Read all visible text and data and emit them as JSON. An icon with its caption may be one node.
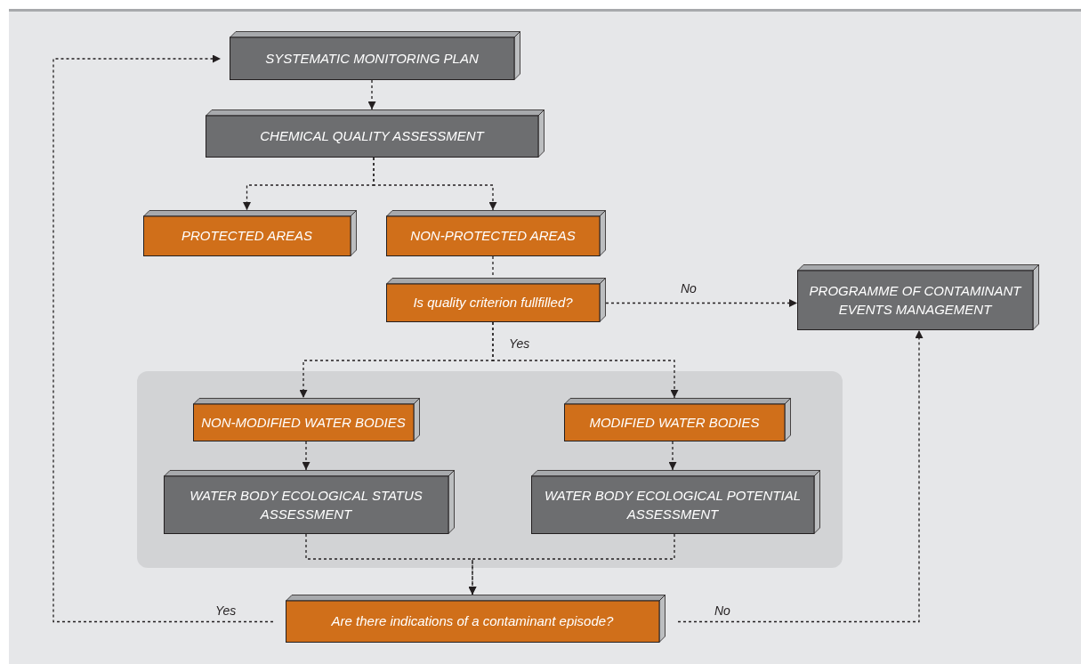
{
  "diagram": {
    "nodes": [
      {
        "text": [
          "SYSTEMATIC MONITORING PLAN"
        ]
      },
      {
        "text": [
          "CHEMICAL QUALITY  ASSESSMENT"
        ]
      },
      {
        "text": [
          "PROTECTED AREAS"
        ]
      },
      {
        "text": [
          "NON-PROTECTED AREAS"
        ]
      },
      {
        "text": [
          "Is quality criterion fullfilled?"
        ]
      },
      {
        "text": [
          "PROGRAMME OF CONTAMINANT EVENTS MANAGEMENT"
        ]
      },
      {
        "text": [],
        "shape": "box"
      },
      {
        "text": [
          "NON-MODIFIED WATER BODIES"
        ],
        "in": 6
      },
      {
        "text": [
          "MODIFIED WATER BODIES"
        ],
        "in": 6
      },
      {
        "text": [
          "WATER BODY ECOLOGICAL STATUS ASSESSMENT"
        ],
        "in": 6
      },
      {
        "text": [
          "WATER BODY ECOLOGICAL POTENTIAL ASSESSMENT"
        ],
        "in": 6
      },
      {
        "text": [
          "Are there indications of a contaminant episode?"
        ]
      }
    ],
    "edges": [
      {
        "from": 0,
        "to": 1,
        "arrow": "to"
      },
      {
        "from": 1,
        "to": 2,
        "arrow": "to"
      },
      {
        "from": 1,
        "to": 3,
        "arrow": "to"
      },
      {
        "from": 3,
        "to": 4,
        "arrow": "none"
      },
      {
        "from": 4,
        "to": 5,
        "arrow": "to",
        "label": "No"
      },
      {
        "from": 4,
        "to": 7,
        "arrow": "to",
        "label": "Yes"
      },
      {
        "from": 4,
        "to": 8,
        "arrow": "to"
      },
      {
        "from": 7,
        "to": 9,
        "arrow": "to"
      },
      {
        "from": 8,
        "to": 10,
        "arrow": "to"
      },
      {
        "from": 9,
        "to": 11,
        "arrow": "to"
      },
      {
        "from": 10,
        "to": 11,
        "arrow": "to"
      },
      {
        "from": 11,
        "to": 0,
        "arrow": "to",
        "label": "Yes"
      },
      {
        "from": 11,
        "to": 5,
        "arrow": "to",
        "label": "No"
      }
    ]
  }
}
